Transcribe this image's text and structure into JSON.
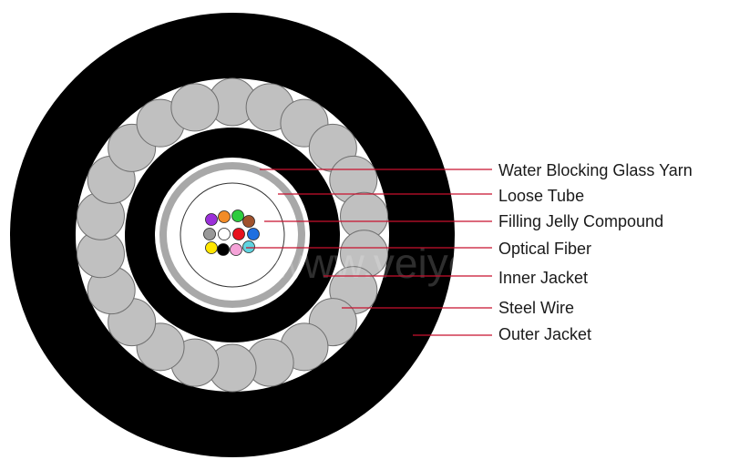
{
  "labels": [
    {
      "id": "water-blocking-glass-yarn",
      "text": "Water Blocking Glass Yarn"
    },
    {
      "id": "loose-tube",
      "text": "Loose Tube"
    },
    {
      "id": "filling-jelly-compound",
      "text": "Filling Jelly Compound"
    },
    {
      "id": "optical-fiber",
      "text": "Optical Fiber"
    },
    {
      "id": "inner-jacket",
      "text": "Inner Jacket"
    },
    {
      "id": "steel-wire",
      "text": "Steel Wire"
    },
    {
      "id": "outer-jacket",
      "text": "Outer Jacket"
    }
  ],
  "watermark": "www.veiyo.com",
  "colors": {
    "jacket": "#000000",
    "wire_fill": "#c0c0c0",
    "yarn_gap": "#ffffff",
    "tube": "#a8a8a8",
    "leader_line": "#c8102e",
    "fiber_colors": [
      "#9b30d9",
      "#f28c28",
      "#2ecc40",
      "#a0522d",
      "#999999",
      "#ffffff",
      "#e8121e",
      "#1f6fe0",
      "#ffe600",
      "#000000",
      "#f5a3d8",
      "#5fd4e0"
    ]
  },
  "steel_wire_count": 22,
  "fiber_count": 12
}
